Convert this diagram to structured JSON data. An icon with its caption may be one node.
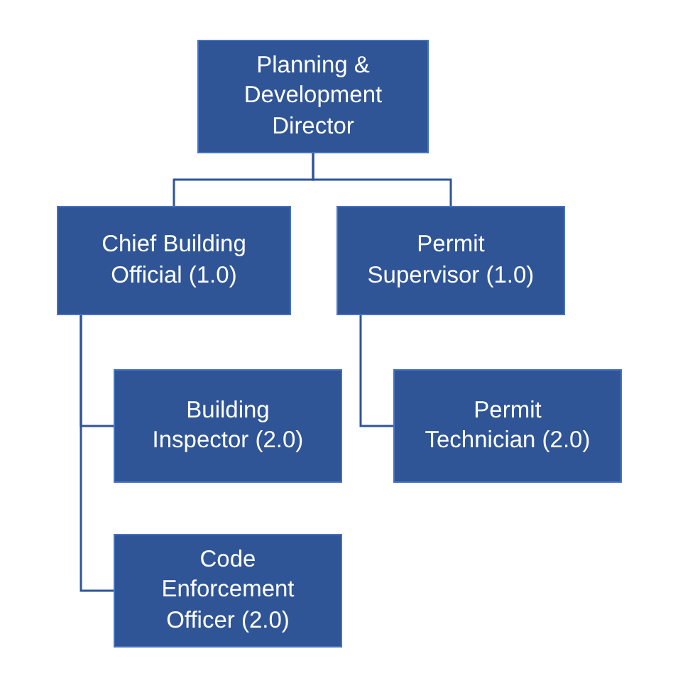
{
  "diagram": {
    "nodes": [
      {
        "text": [
          "Planning & Development Director"
        ]
      },
      {
        "text": [
          "Chief Building Official (1.0)"
        ]
      },
      {
        "text": [
          "Permit Supervisor (1.0)"
        ]
      },
      {
        "text": [
          "Building Inspector (2.0)"
        ]
      },
      {
        "text": [
          "Code Enforcement Officer (2.0)"
        ]
      },
      {
        "text": [
          "Permit Technician (2.0)"
        ]
      }
    ],
    "edges": [
      {
        "from": 0,
        "to": 1,
        "arrow": "none"
      },
      {
        "from": 0,
        "to": 2,
        "arrow": "none"
      },
      {
        "from": 1,
        "to": 3,
        "arrow": "none"
      },
      {
        "from": 1,
        "to": 4,
        "arrow": "none"
      },
      {
        "from": 2,
        "to": 5,
        "arrow": "none"
      }
    ]
  }
}
